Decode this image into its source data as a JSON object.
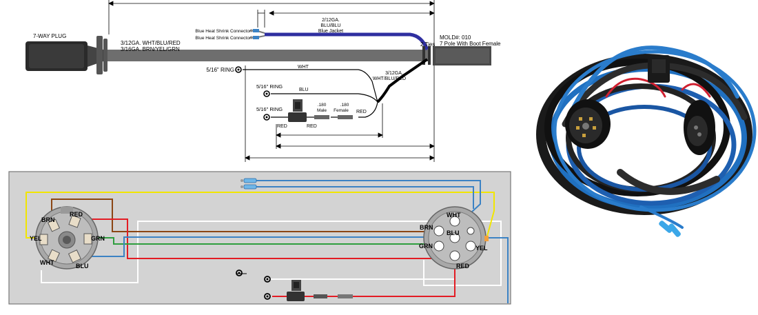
{
  "top": {
    "plug_label": "7-WAY PLUG",
    "main_cable_line1": "3/12GA. WHT/BLU/RED",
    "main_cable_line2": "3/16GA. BRN/YEL/GRN",
    "connector1": "Blue Heat Shrink Connector",
    "connector2": "Blue Heat Shrink Connector",
    "blue_line1": "2/12GA.",
    "blue_line2": "BLU/BLU",
    "blue_line3": "Blue Jacket",
    "ties": "2 Ties",
    "mold1": "MOLD#: 010",
    "mold2": "7 Pole With Boot Female",
    "ring_wht": "5/16\" RING",
    "wht": "WHT",
    "black_line1": "3/12GA.",
    "black_line2": "WHT/BLU/RED",
    "ring_blu": "5/16\" RING",
    "blu": "BLU",
    "ring_red": "5/16\" RING",
    "male1": ".180",
    "male2": "Male",
    "female1": ".180",
    "female2": "Female",
    "red_right": "RED",
    "red_left1": "RED",
    "red_left2": "RED"
  },
  "bottom": {
    "left_plug": {
      "brn": "BRN",
      "red": "RED",
      "yel": "YEL",
      "grn": "GRN",
      "wht": "WHT",
      "blu": "BLU"
    },
    "right_plug": {
      "brn": "BRN",
      "wht": "WHT",
      "blu": "BLU",
      "grn": "GRN",
      "yel": "YEL",
      "red": "RED"
    }
  },
  "colors": {
    "brown": "#8B4513",
    "red": "#E31B23",
    "yellow": "#F2E600",
    "green": "#2E9E3E",
    "blue": "#3B82C4",
    "white": "#FFFFFF",
    "panel": "#D3D3D3",
    "cable": "#6E6E6E",
    "darkblue": "#2F2FA0"
  }
}
